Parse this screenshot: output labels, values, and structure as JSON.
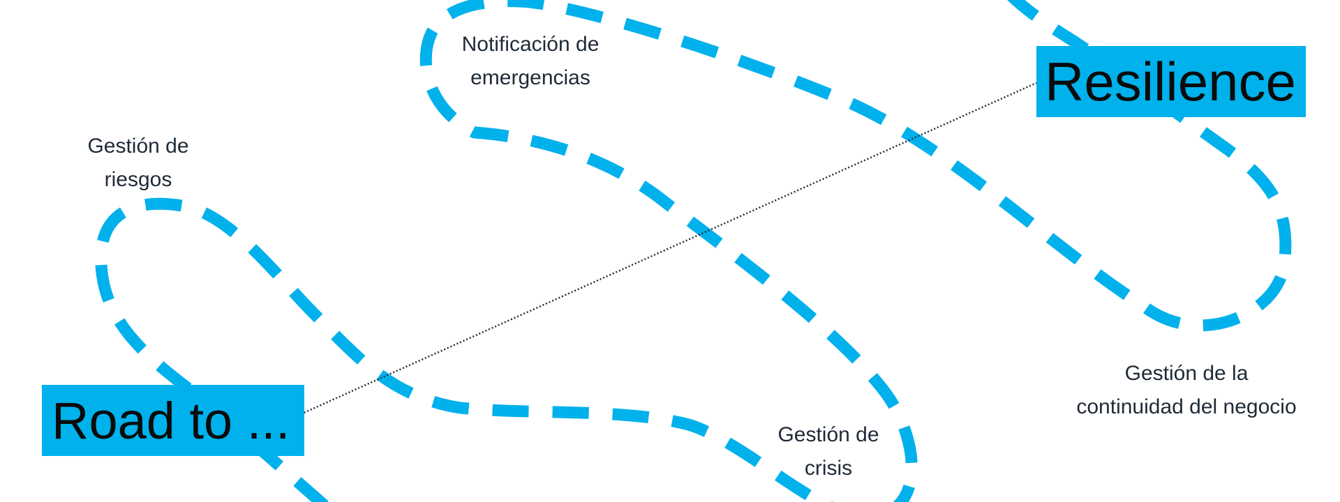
{
  "diagram": {
    "start_label": "Road to ...",
    "end_label": "Resilience",
    "stops": [
      {
        "id": "riesgos",
        "line1": "Gestión de",
        "line2": "riesgos"
      },
      {
        "id": "notificacion",
        "line1": "Notificación de",
        "line2": "emergencias"
      },
      {
        "id": "crisis",
        "line1": "Gestión de",
        "line2": "crisis"
      },
      {
        "id": "continuidad",
        "line1": "Gestión de la",
        "line2": "continuidad del negocio"
      }
    ]
  },
  "colors": {
    "road": "#00b1ec",
    "box": "#00b1ec",
    "text": "#1f2a37",
    "connector": "#1f2a37"
  }
}
